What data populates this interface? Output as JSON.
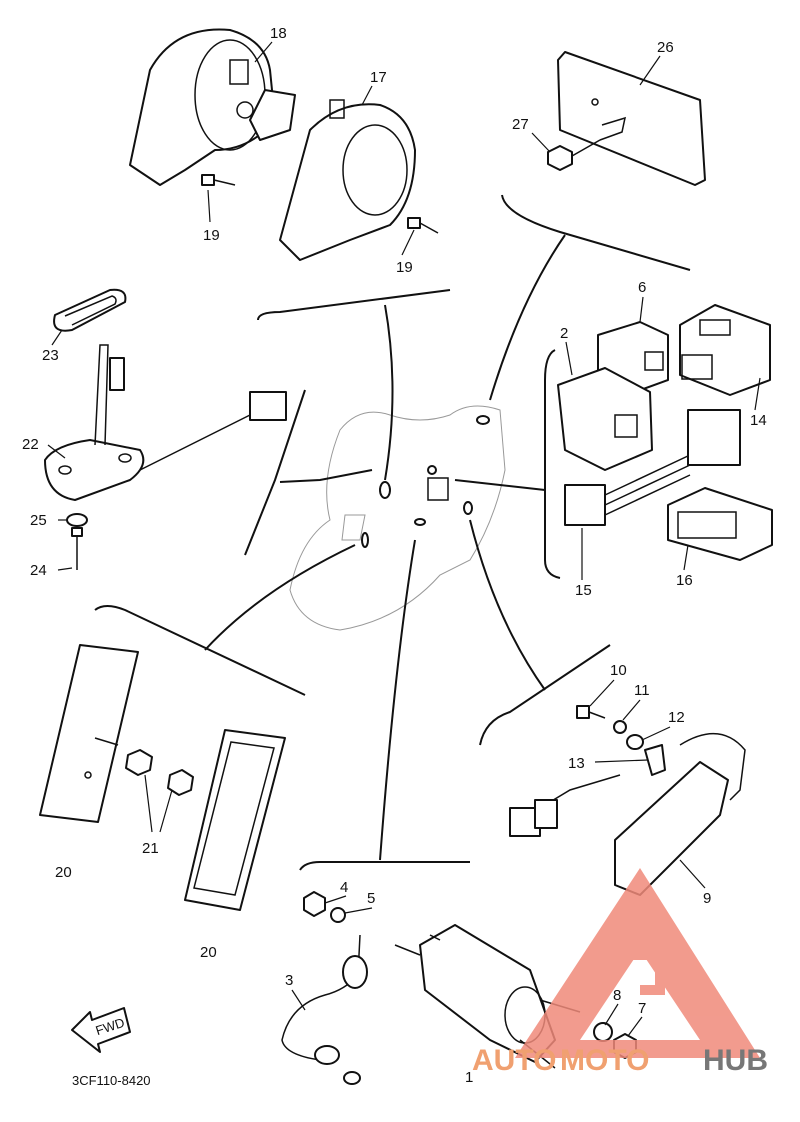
{
  "callouts": {
    "c1": "1",
    "c2": "2",
    "c3": "3",
    "c4": "4",
    "c5": "5",
    "c6": "6",
    "c7": "7",
    "c8": "8",
    "c9": "9",
    "c10": "10",
    "c11": "11",
    "c12": "12",
    "c13": "13",
    "c14": "14",
    "c15": "15",
    "c16": "16",
    "c17": "17",
    "c18": "18",
    "c19a": "19",
    "c19b": "19",
    "c20a": "20",
    "c20b": "20",
    "c21": "21",
    "c22": "22",
    "c23": "23",
    "c24": "24",
    "c25": "25",
    "c26": "26",
    "c27": "27"
  },
  "fwd_label": "FWD",
  "diagram_code": "3CF110-8420",
  "watermark": {
    "part1": "AUTO",
    "part2": "MOTO",
    "part3": "HUB"
  }
}
